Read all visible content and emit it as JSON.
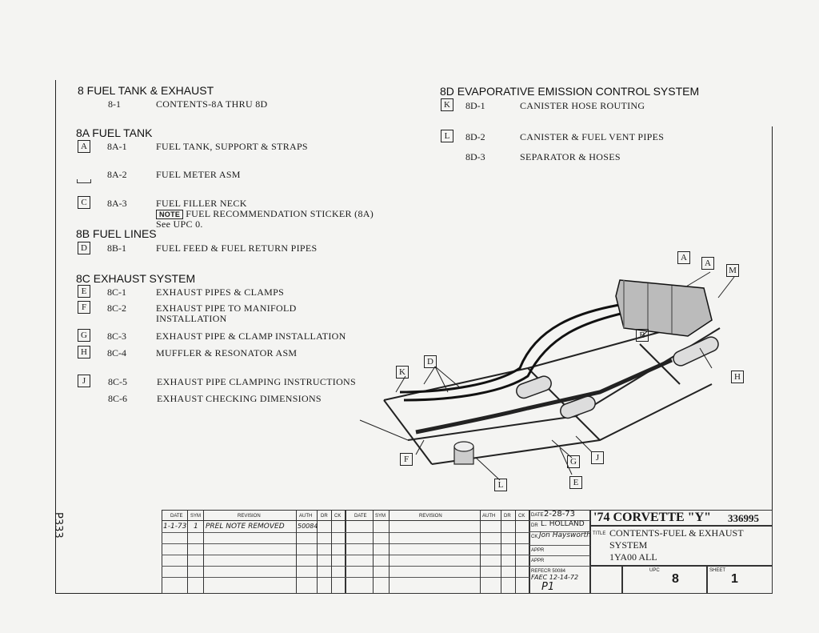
{
  "sections": {
    "fuel_exhaust": {
      "title": "8 FUEL TANK & EXHAUST",
      "row_code": "8-1",
      "row_desc": "CONTENTS-8A THRU 8D"
    },
    "fuel_tank": {
      "title": "8A FUEL TANK",
      "rows": [
        {
          "box": "A",
          "code": "8A-1",
          "desc": "FUEL TANK, SUPPORT & STRAPS"
        },
        {
          "box": "",
          "code": "8A-2",
          "desc": "FUEL METER ASM"
        },
        {
          "box": "C",
          "code": "8A-3",
          "desc": "FUEL FILLER NECK"
        }
      ],
      "note_tag": "NOTE",
      "note_text": "FUEL RECOMMENDATION STICKER (8A)",
      "see_text": "See UPC 0."
    },
    "fuel_lines": {
      "title": "8B FUEL LINES",
      "rows": [
        {
          "box": "D",
          "code": "8B-1",
          "desc": "FUEL FEED & FUEL RETURN PIPES"
        }
      ]
    },
    "exhaust": {
      "title": "8C EXHAUST SYSTEM",
      "rows": [
        {
          "box": "E",
          "code": "8C-1",
          "desc": "EXHAUST PIPES & CLAMPS"
        },
        {
          "box": "F",
          "code": "8C-2",
          "desc": "EXHAUST PIPE TO MANIFOLD",
          "desc2": "INSTALLATION"
        },
        {
          "box": "G",
          "code": "8C-3",
          "desc": "EXHAUST PIPE & CLAMP INSTALLATION"
        },
        {
          "box": "H",
          "code": "8C-4",
          "desc": "MUFFLER & RESONATOR ASM"
        },
        {
          "box": "J",
          "code": "8C-5",
          "desc": "EXHAUST PIPE CLAMPING INSTRUCTIONS"
        },
        {
          "box": "",
          "code": "8C-6",
          "desc": "EXHAUST CHECKING DIMENSIONS"
        }
      ]
    },
    "evap": {
      "title": "8D EVAPORATIVE EMISSION CONTROL SYSTEM",
      "rows": [
        {
          "box": "K",
          "code": "8D-1",
          "desc": "CANISTER HOSE ROUTING"
        },
        {
          "box": "L",
          "code": "8D-2",
          "desc": "CANISTER & FUEL VENT PIPES"
        },
        {
          "box": "",
          "code": "8D-3",
          "desc": "SEPARATOR & HOSES"
        }
      ]
    }
  },
  "diagram_labels": [
    "A",
    "M",
    "B",
    "D",
    "K",
    "H",
    "F",
    "G",
    "J",
    "E",
    "L"
  ],
  "margin_note": "P333",
  "title_block": {
    "hdr_date": "DATE",
    "hdr_sym": "SYM",
    "hdr_revision": "REVISION",
    "hdr_auth": "AUTH",
    "hdr_dr": "DR",
    "hdr_ck": "CK",
    "rev_date": "1-1-73",
    "rev_sym": "1",
    "rev_text": "PREL NOTE REMOVED",
    "rev_auth": "50084",
    "date_label": "DATE",
    "date_value": "2-28-73",
    "dr_label": "DR",
    "dr_value": "L. HOLLAND",
    "ck_label": "CK",
    "ck_value": "Jon Haysworth",
    "appr_label": "APPR",
    "refecr": "REFECR 50084",
    "faec": "FAEC 12-14-72",
    "p1": "P1",
    "model_title": "'74 CORVETTE \"Y\"",
    "part_number": "336995",
    "title_label": "TITLE",
    "title_line1": "CONTENTS-FUEL & EXHAUST",
    "title_line2": "SYSTEM",
    "title_line3": "1YA00 ALL",
    "upc_label": "UPC",
    "upc_value": "8",
    "sheet_label": "SHEET",
    "sheet_value": "1"
  }
}
